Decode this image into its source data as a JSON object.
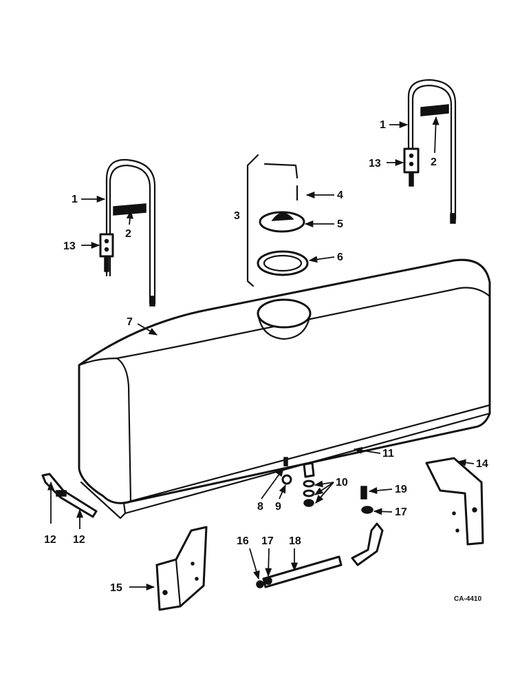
{
  "drawing_code": "CA-4410",
  "callouts": {
    "c1a": "1",
    "c1b": "1",
    "c2a": "2",
    "c2b": "2",
    "c3": "3",
    "c4": "4",
    "c5": "5",
    "c6": "6",
    "c7": "7",
    "c8": "8",
    "c9": "9",
    "c10": "10",
    "c11": "11",
    "c12a": "12",
    "c12b": "12",
    "c13a": "13",
    "c13b": "13",
    "c14": "14",
    "c15": "15",
    "c16": "16",
    "c17a": "17",
    "c17b": "17",
    "c18": "18",
    "c19": "19"
  }
}
